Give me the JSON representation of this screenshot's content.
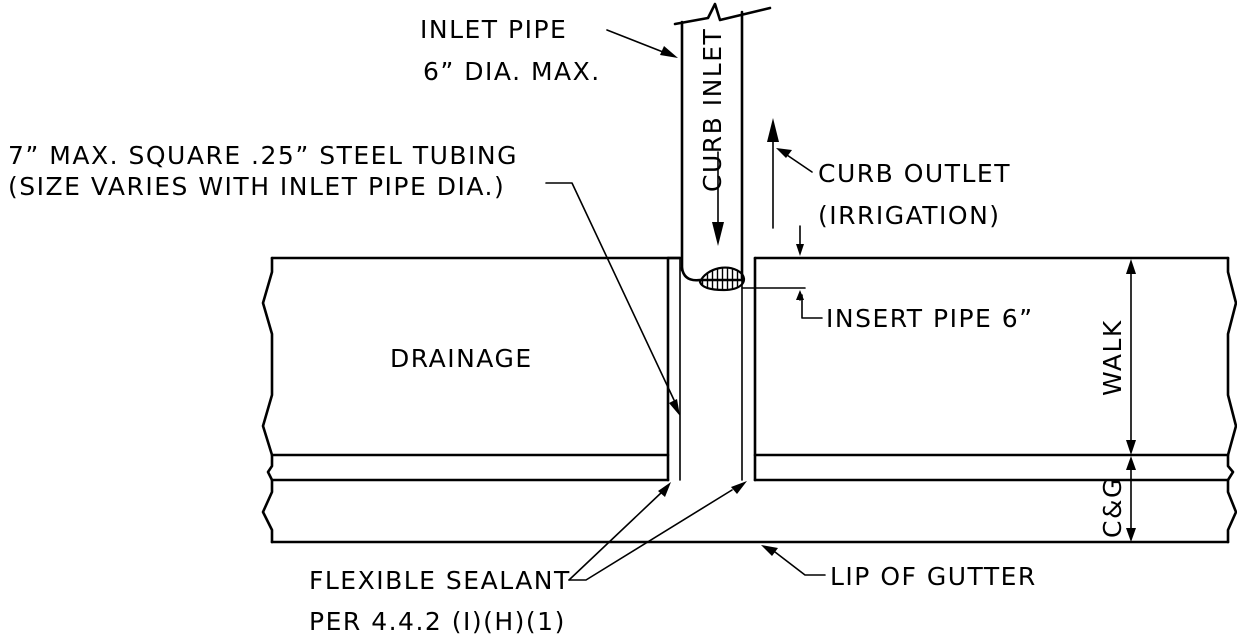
{
  "labels": {
    "inlet_pipe_line1": "INLET PIPE",
    "inlet_pipe_line2": "6” DIA. MAX.",
    "curb_inlet": "CURB INLET",
    "curb_outlet_line1": "CURB OUTLET",
    "curb_outlet_line2": "(IRRIGATION)",
    "steel_tubing_line1": "7” MAX. SQUARE .25” STEEL TUBING",
    "steel_tubing_line2": "(SIZE VARIES WITH INLET PIPE DIA.)",
    "drainage": "DRAINAGE",
    "insert_pipe": "INSERT PIPE 6”",
    "walk": "WALK",
    "c_and_g": "C&G",
    "flexible_sealant_line1": "FLEXIBLE SEALANT",
    "flexible_sealant_line2": "PER 4.4.2 (I)(H)(1)",
    "lip_of_gutter": "LIP OF GUTTER"
  }
}
